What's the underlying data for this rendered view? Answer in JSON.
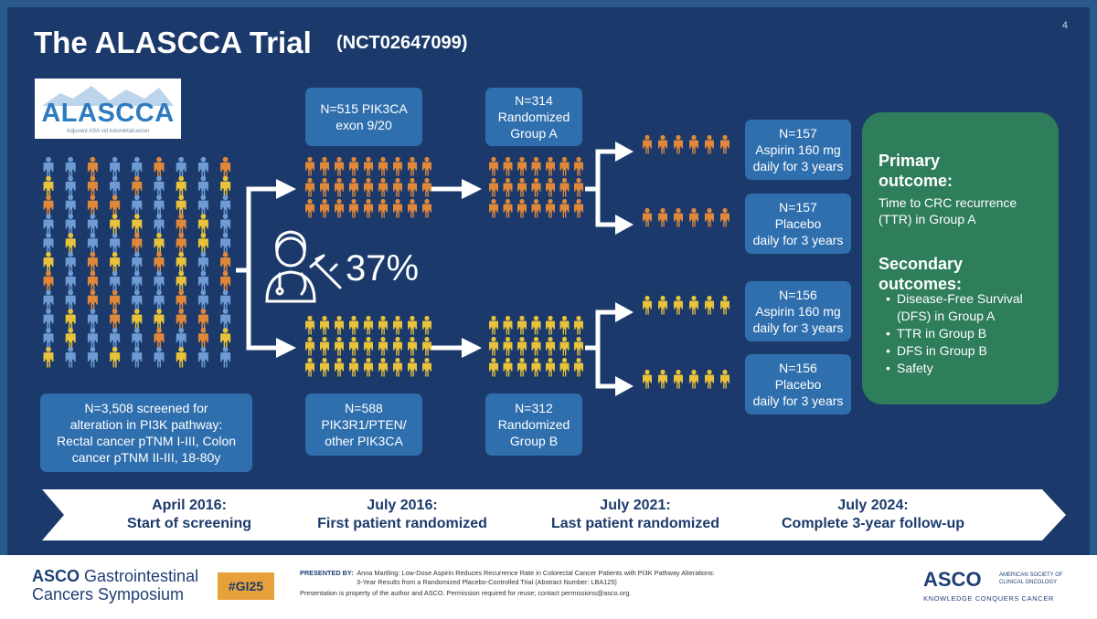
{
  "slide": {
    "title": "The ALASCCA Trial",
    "subtitle": "(NCT02647099)",
    "page_number": "4"
  },
  "logo": {
    "name": "ALASCCA",
    "tagline": "Adjuvant ASA vid kolorektalcancer"
  },
  "colors": {
    "blue_figure": "#6e9bd3",
    "orange_figure": "#e0883a",
    "yellow_figure": "#e8c23a",
    "box": "#2f6fae",
    "outcome_box": "#2e7d5b",
    "background": "#1b3a6b",
    "hashtag": "#e8a13a"
  },
  "screening": {
    "text": "N=3,508 screened for\nalteration in PI3K pathway:\nRectal cancer pTNM I-III, Colon\ncancer pTNM II-III, 18-80y"
  },
  "mutation_groups": {
    "top": "N=515 PIK3CA\nexon 9/20",
    "bottom": "N=588\nPIK3R1/PTEN/\nother PIK3CA",
    "percentage": "37%"
  },
  "randomized": {
    "group_a": "N=314\nRandomized\nGroup A",
    "group_b": "N=312\nRandomized\nGroup B"
  },
  "arms": [
    {
      "text": "N=157\nAspirin 160 mg\ndaily for 3 years"
    },
    {
      "text": "N=157\nPlacebo\ndaily for 3 years"
    },
    {
      "text": "N=156\nAspirin 160 mg\ndaily for 3 years"
    },
    {
      "text": "N=156\nPlacebo\ndaily for 3 years"
    }
  ],
  "outcomes": {
    "primary_heading": "Primary\noutcome:",
    "primary_text": "Time to CRC recurrence\n(TTR) in Group A",
    "secondary_heading": "Secondary\noutcomes:",
    "secondary_items": [
      "Disease-Free Survival\n(DFS) in Group A",
      "TTR in Group B",
      "DFS in Group B",
      "Safety"
    ],
    "bullet": "•"
  },
  "timeline": [
    {
      "date": "April 2016:",
      "event": "Start of screening"
    },
    {
      "date": "July 2016:",
      "event": "First patient randomized"
    },
    {
      "date": "July 2021:",
      "event": "Last patient randomized"
    },
    {
      "date": "July 2024:",
      "event": "Complete 3-year follow-up"
    }
  ],
  "footer": {
    "asco_line1": "ASCO",
    "asco_line1b": " Gastrointestinal",
    "asco_line2": "Cancers Symposium",
    "hashtag": "#GI25",
    "presented_by_label": "PRESENTED BY:",
    "presented_by_text": "Anna Martling: Low-Dose Aspirin Reduces Recurrence Rate in Colorectal Cancer Patients with PI3K Pathway Alterations:",
    "presented_by_text2": "3-Year Results from a Randomized Placebo-Controlled Trial (Abstract Number: LBA125)",
    "disclaimer": "Presentation is property of the author and ASCO. Permission required for reuse; contact permissions@asco.org.",
    "asco_logo": "ASCO",
    "asco_society": "AMERICAN SOCIETY OF\nCLINICAL ONCOLOGY",
    "asco_tagline": "KNOWLEDGE CONQUERS CANCER"
  }
}
